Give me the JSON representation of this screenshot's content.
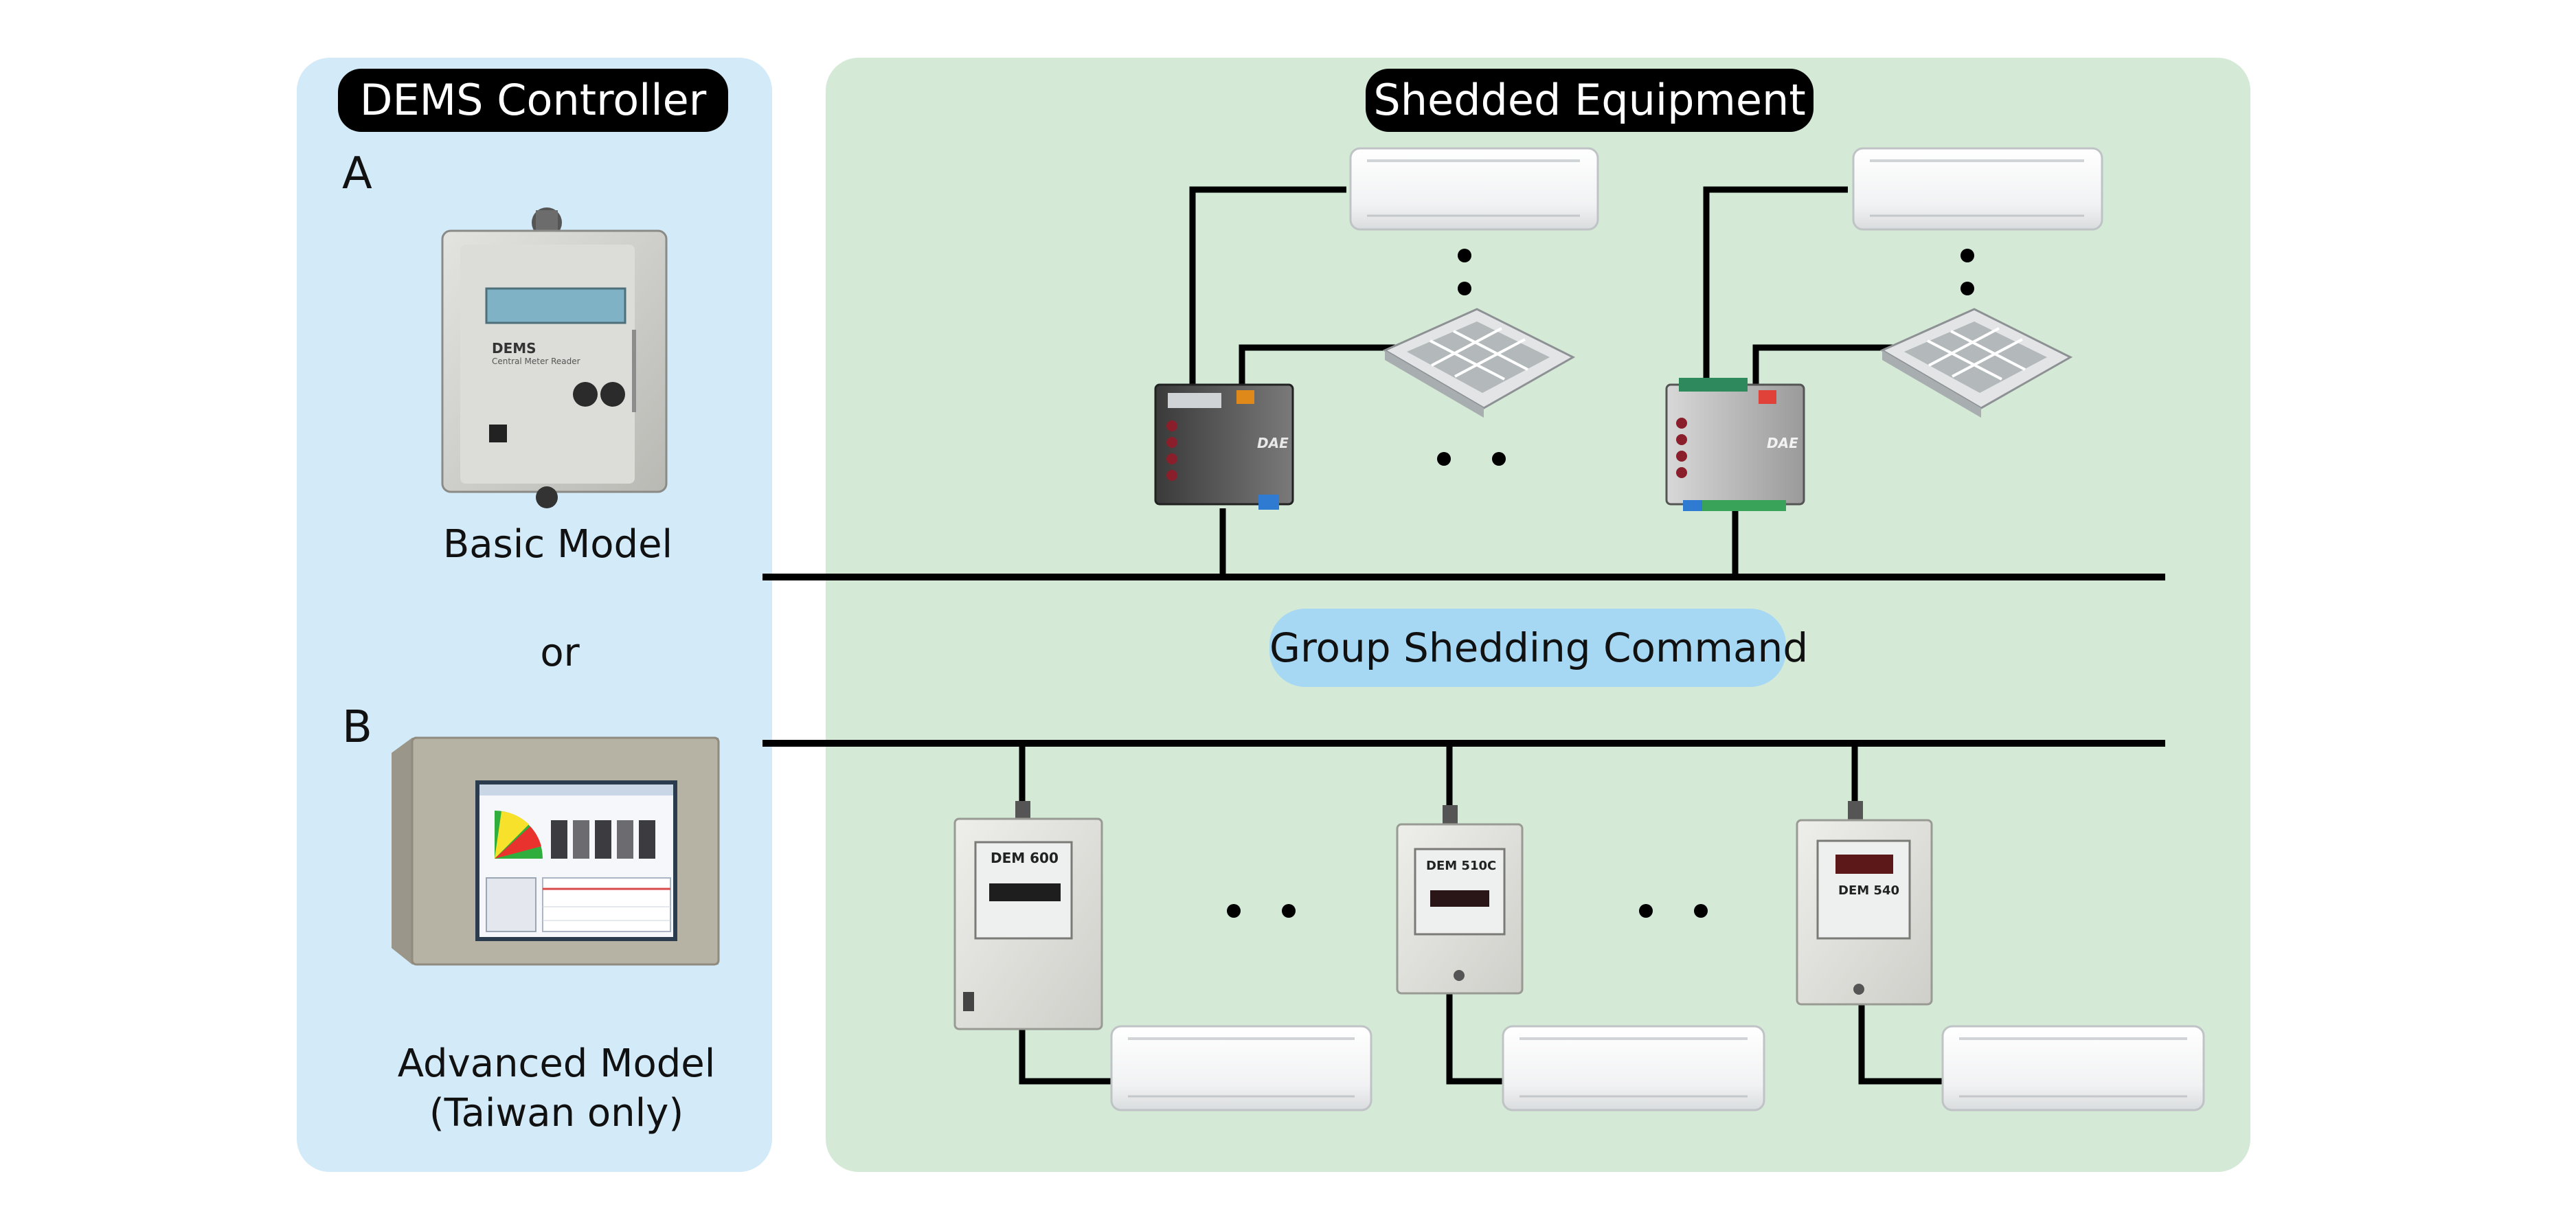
{
  "controller": {
    "title": "DEMS Controller",
    "label_a": "A",
    "label_b": "B",
    "basic_model": "Basic Model",
    "or_text": "or",
    "advanced_model_line1": "Advanced Model",
    "advanced_model_line2": "(Taiwan only)",
    "basic_device_text": "DEMS",
    "basic_device_subtext": "Central Meter Reader"
  },
  "equipment": {
    "title": "Shedded Equipment",
    "relay_brand": "DAE"
  },
  "command": {
    "label": "Group Shedding Command"
  },
  "meters": {
    "meter_1": "DEM 600",
    "meter_2": "DEM 510C",
    "meter_3": "DEM 540"
  },
  "colors": {
    "controller_panel": "#d3eaf8",
    "equipment_panel": "#d4ead6",
    "command_pill": "#a6d8f4",
    "title_pill": "#000000"
  }
}
